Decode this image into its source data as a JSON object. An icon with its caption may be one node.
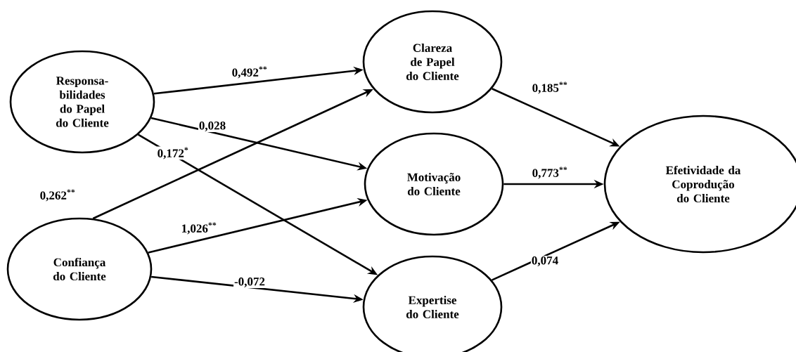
{
  "diagram": {
    "nodes": [
      {
        "text": [
          "Responsa- bilidades do Papel do Cliente"
        ]
      },
      {
        "text": [
          "Confiança do Cliente"
        ]
      },
      {
        "text": [
          "Clareza de Papel do Cliente"
        ]
      },
      {
        "text": [
          "Motivação do Cliente"
        ]
      },
      {
        "text": [
          "Expertise do Cliente"
        ]
      },
      {
        "text": [
          "Efetividade da Coprodução do Cliente"
        ]
      }
    ],
    "edges": [
      {
        "from": 0,
        "to": 2,
        "arrow": "to",
        "label": "0,492$^{**}$"
      },
      {
        "from": 0,
        "to": 3,
        "arrow": "to",
        "label": "0,028"
      },
      {
        "from": 0,
        "to": 4,
        "arrow": "to",
        "label": "0,172$^{*}$"
      },
      {
        "from": 1,
        "to": 2,
        "arrow": "to",
        "label": "0,262$^{**}$"
      },
      {
        "from": 1,
        "to": 3,
        "arrow": "to",
        "label": "1,026$^{**}$"
      },
      {
        "from": 1,
        "to": 4,
        "arrow": "to",
        "label": "-0,072"
      },
      {
        "from": 2,
        "to": 5,
        "arrow": "to",
        "label": "0,185$^{**}$"
      },
      {
        "from": 3,
        "to": 5,
        "arrow": "to",
        "label": "0,773$^{**}$"
      },
      {
        "from": 4,
        "to": 5,
        "arrow": "to",
        "label": "0,074"
      }
    ]
  }
}
